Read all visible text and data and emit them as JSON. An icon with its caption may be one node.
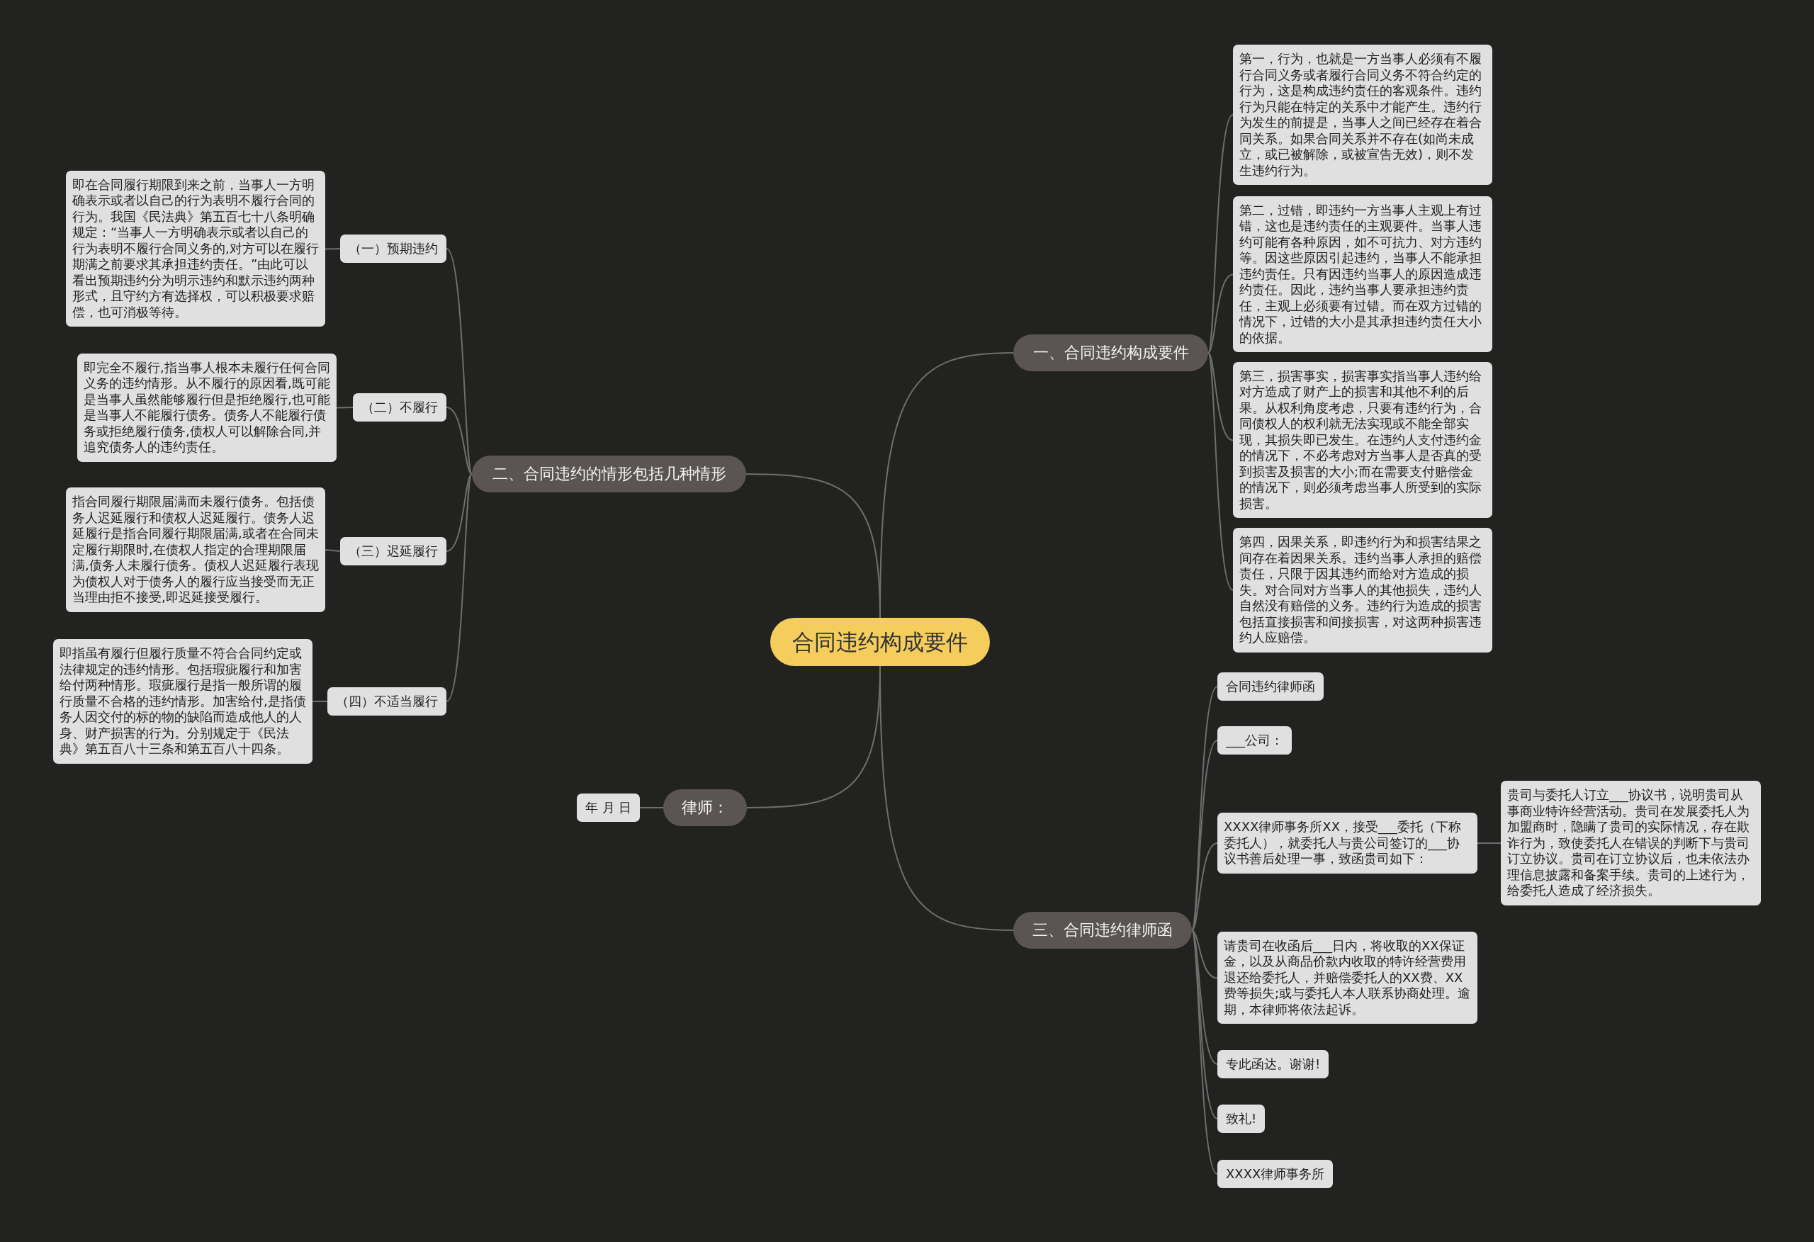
{
  "diagram": {
    "nodes": [
      {
        "text": [
          "合同违约构成要件"
        ]
      },
      {
        "text": [
          "一、合同违约构成要件"
        ]
      },
      {
        "text": [
          "第一，行为，也就是一方当事人必须有不履行合同义务或者履行合同义务不符合约定的行为，这是构成违约责任的客观条件。违约行为只能在特定的关系中才能产生。违约行为发生的前提是，当事人之间已经存在着合同关系。如果合同关系并不存在(如尚未成立，或已被解除，或被宣告无效)，则不发生违约行为。"
        ]
      },
      {
        "text": [
          "第二，过错，即违约一方当事人主观上有过错，这也是违约责任的主观要件。当事人违约可能有各种原因，如不可抗力、对方违约等。因这些原因引起违约，当事人不能承担违约责任。只有因违约当事人的原因造成违约责任。因此，违约当事人要承担违约责任，主观上必须要有过错。而在双方过错的情况下，过错的大小是其承担违约责任大小的依据。"
        ]
      },
      {
        "text": [
          "第三，损害事实，损害事实指当事人违约给对方造成了财产上的损害和其他不利的后果。从权利角度考虑，只要有违约行为，合同债权人的权利就无法实现或不能全部实现，其损失即已发生。在违约人支付违约金的情况下，不必考虑对方当事人是否真的受到损害及损害的大小;而在需要支付赔偿金的情况下，则必须考虑当事人所受到的实际损害。"
        ]
      },
      {
        "text": [
          "第四，因果关系，即违约行为和损害结果之间存在着因果关系。违约当事人承担的赔偿责任，只限于因其违约而给对方造成的损失。对合同对方当事人的其他损失，违约人自然没有赔偿的义务。违约行为造成的损害包括直接损害和间接损害，对这两种损害违约人应赔偿。"
        ]
      },
      {
        "text": [
          "二、合同违约的情形包括几种情形"
        ]
      },
      {
        "text": [
          "（一）预期违约"
        ]
      },
      {
        "text": [
          "即在合同履行期限到来之前，当事人一方明确表示或者以自己的行为表明不履行合同的行为。我国《民法典》第五百七十八条明确规定：“当事人一方明确表示或者以自己的行为表明不履行合同义务的,对方可以在履行期满之前要求其承担违约责任。”由此可以看出预期违约分为明示违约和默示违约两种形式，且守约方有选择权，可以积极要求赔偿，也可消极等待。"
        ]
      },
      {
        "text": [
          "（二）不履行"
        ]
      },
      {
        "text": [
          "即完全不履行,指当事人根本未履行任何合同义务的违约情形。从不履行的原因看,既可能是当事人虽然能够履行但是拒绝履行,也可能是当事人不能履行债务。债务人不能履行债务或拒绝履行债务,债权人可以解除合同,并追究债务人的违约责任。"
        ]
      },
      {
        "text": [
          "（三）迟延履行"
        ]
      },
      {
        "text": [
          "指合同履行期限届满而未履行债务。包括债务人迟延履行和债权人迟延履行。债务人迟延履行是指合同履行期限届满,或者在合同未定履行期限时,在债权人指定的合理期限届满,债务人未履行债务。债权人迟延履行表现为债权人对于债务人的履行应当接受而无正当理由拒不接受,即迟延接受履行。"
        ]
      },
      {
        "text": [
          "（四）不适当履行"
        ]
      },
      {
        "text": [
          "即指虽有履行但履行质量不符合合同约定或法律规定的违约情形。包括瑕疵履行和加害给付两种情形。瑕疵履行是指一般所谓的履行质量不合格的违约情形。加害给付,是指债务人因交付的标的物的缺陷而造成他人的人身、财产损害的行为。分别规定于《民法典》第五百八十三条和第五百八十四条。"
        ]
      },
      {
        "text": [
          "三、合同违约律师函"
        ]
      },
      {
        "text": [
          "合同违约律师函"
        ]
      },
      {
        "text": [
          "___公司："
        ]
      },
      {
        "text": [
          "XXXX律师事务所XX，接受___委托（下称委托人），就委托人与贵公司签订的___协议书善后处理一事，致函贵司如下："
        ]
      },
      {
        "text": [
          "贵司与委托人订立___协议书，说明贵司从事商业特许经营活动。贵司在发展委托人为加盟商时，隐瞒了贵司的实际情况，存在欺诈行为，致使委托人在错误的判断下与贵司订立协议。贵司在订立协议后，也未依法办理信息披露和备案手续。贵司的上述行为，给委托人造成了经济损失。"
        ]
      },
      {
        "text": [
          "请贵司在收函后___日内，将收取的XX保证金，以及从商品价款内收取的特许经营费用退还给委托人，并赔偿委托人的XX费、XX费等损失;或与委托人本人联系协商处理。逾期，本律师将依法起诉。"
        ]
      },
      {
        "text": [
          "专此函达。谢谢!"
        ]
      },
      {
        "text": [
          "致礼!"
        ]
      },
      {
        "text": [
          "XXXX律师事务所"
        ]
      },
      {
        "text": [
          "律师："
        ]
      },
      {
        "text": [
          "年 月 日"
        ]
      }
    ],
    "edges": [
      {
        "from": 0,
        "to": 1,
        "arrow": "none"
      },
      {
        "from": 1,
        "to": 2,
        "arrow": "none"
      },
      {
        "from": 1,
        "to": 3,
        "arrow": "none"
      },
      {
        "from": 1,
        "to": 4,
        "arrow": "none"
      },
      {
        "from": 1,
        "to": 5,
        "arrow": "none"
      },
      {
        "from": 0,
        "to": 6,
        "arrow": "none"
      },
      {
        "from": 6,
        "to": 7,
        "arrow": "none"
      },
      {
        "from": 7,
        "to": 8,
        "arrow": "none"
      },
      {
        "from": 6,
        "to": 9,
        "arrow": "none"
      },
      {
        "from": 9,
        "to": 10,
        "arrow": "none"
      },
      {
        "from": 6,
        "to": 11,
        "arrow": "none"
      },
      {
        "from": 11,
        "to": 12,
        "arrow": "none"
      },
      {
        "from": 6,
        "to": 13,
        "arrow": "none"
      },
      {
        "from": 13,
        "to": 14,
        "arrow": "none"
      },
      {
        "from": 0,
        "to": 15,
        "arrow": "none"
      },
      {
        "from": 15,
        "to": 16,
        "arrow": "none"
      },
      {
        "from": 15,
        "to": 17,
        "arrow": "none"
      },
      {
        "from": 15,
        "to": 18,
        "arrow": "none"
      },
      {
        "from": 18,
        "to": 19,
        "arrow": "none"
      },
      {
        "from": 15,
        "to": 20,
        "arrow": "none"
      },
      {
        "from": 15,
        "to": 21,
        "arrow": "none"
      },
      {
        "from": 15,
        "to": 22,
        "arrow": "none"
      },
      {
        "from": 15,
        "to": 23,
        "arrow": "none"
      },
      {
        "from": 0,
        "to": 24,
        "arrow": "none"
      },
      {
        "from": 24,
        "to": 25,
        "arrow": "none"
      }
    ]
  }
}
